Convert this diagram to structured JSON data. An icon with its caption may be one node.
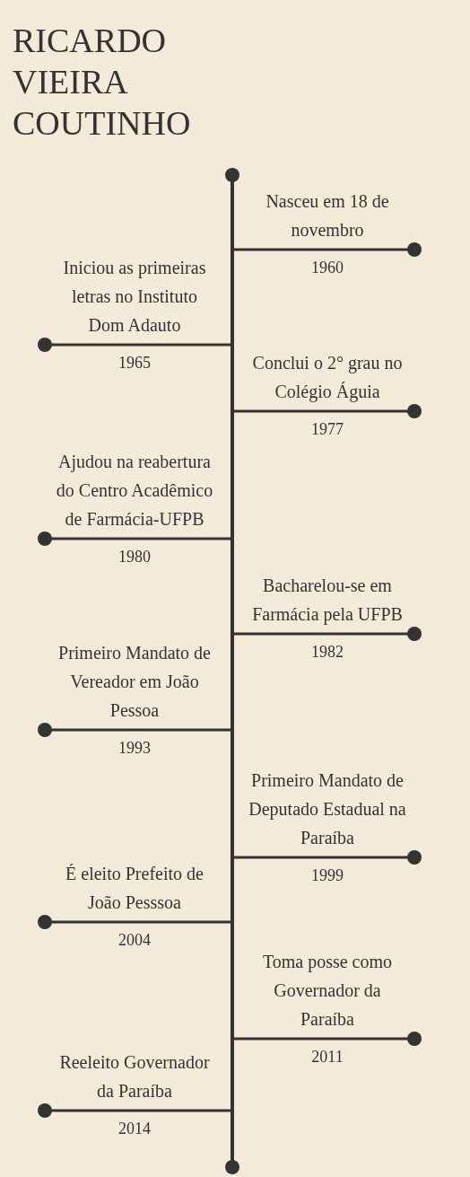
{
  "diagram": {
    "title": "RICARDO VIEIRA COUTINHO",
    "nodes": [
      {
        "text": [
          "Nasceu em 18 de novembro"
        ],
        "beside": [
          "1960"
        ]
      },
      {
        "text": [
          "Iniciou as primeiras letras no Instituto Dom Adauto"
        ],
        "beside": [
          "1965"
        ]
      },
      {
        "text": [
          "Conclui o 2° grau no Colégio Águia"
        ],
        "beside": [
          "1977"
        ]
      },
      {
        "text": [
          "Ajudou na reabertura do Centro Acadêmico de Farmácia-UFPB"
        ],
        "beside": [
          "1980"
        ]
      },
      {
        "text": [
          "Bacharelou-se em Farmácia pela UFPB"
        ],
        "beside": [
          "1982"
        ]
      },
      {
        "text": [
          "Primeiro Mandato de Vereador em João Pessoa"
        ],
        "beside": [
          "1993"
        ]
      },
      {
        "text": [
          "Primeiro Mandato de Deputado Estadual na Paraíba"
        ],
        "beside": [
          "1999"
        ]
      },
      {
        "text": [
          "É eleito Prefeito de João Pesssoa"
        ],
        "beside": [
          "2004"
        ]
      },
      {
        "text": [
          "Toma posse como Governador da Paraíba"
        ],
        "beside": [
          "2011"
        ]
      },
      {
        "text": [
          "Reeleito Governador da Paraíba"
        ],
        "beside": [
          "2014"
        ]
      }
    ]
  }
}
